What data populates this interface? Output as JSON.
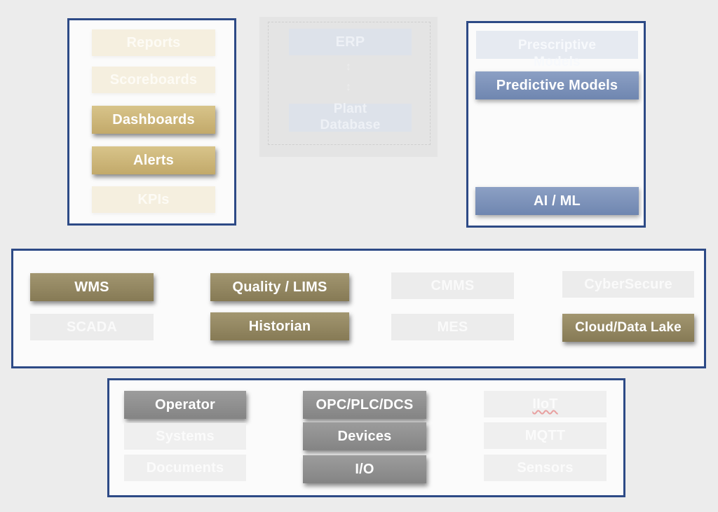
{
  "top_left": {
    "items": [
      "Reports",
      "Scoreboards",
      "Dashboards",
      "Alerts",
      "KPIs"
    ]
  },
  "top_center": {
    "erp": "ERP",
    "plant_database": "Plant\nDatabase",
    "arrow_glyph": "↕"
  },
  "top_right": {
    "prescriptive": "Prescriptive\nModels",
    "predictive": "Predictive Models",
    "ai_ml": "AI / ML"
  },
  "middle": {
    "wms": "WMS",
    "scada": "SCADA",
    "quality_lims": "Quality / LIMS",
    "historian": "Historian",
    "cmms": "CMMS",
    "mes": "MES",
    "cybersecure": "CyberSecure",
    "cloud_data_lake": "Cloud/Data Lake"
  },
  "bottom": {
    "operator": "Operator",
    "systems": "Systems",
    "documents": "Documents",
    "opc_plc_dcs": "OPC/PLC/DCS",
    "devices": "Devices",
    "io": "I/O",
    "iiot": "IIoT",
    "mqtt": "MQTT",
    "sensors": "Sensors"
  },
  "colors": {
    "panel_border": "#2d4a86",
    "gold": "#c9b274",
    "blue": "#7a8fb8",
    "olive": "#8f8360",
    "grey": "#8e8e8e"
  }
}
